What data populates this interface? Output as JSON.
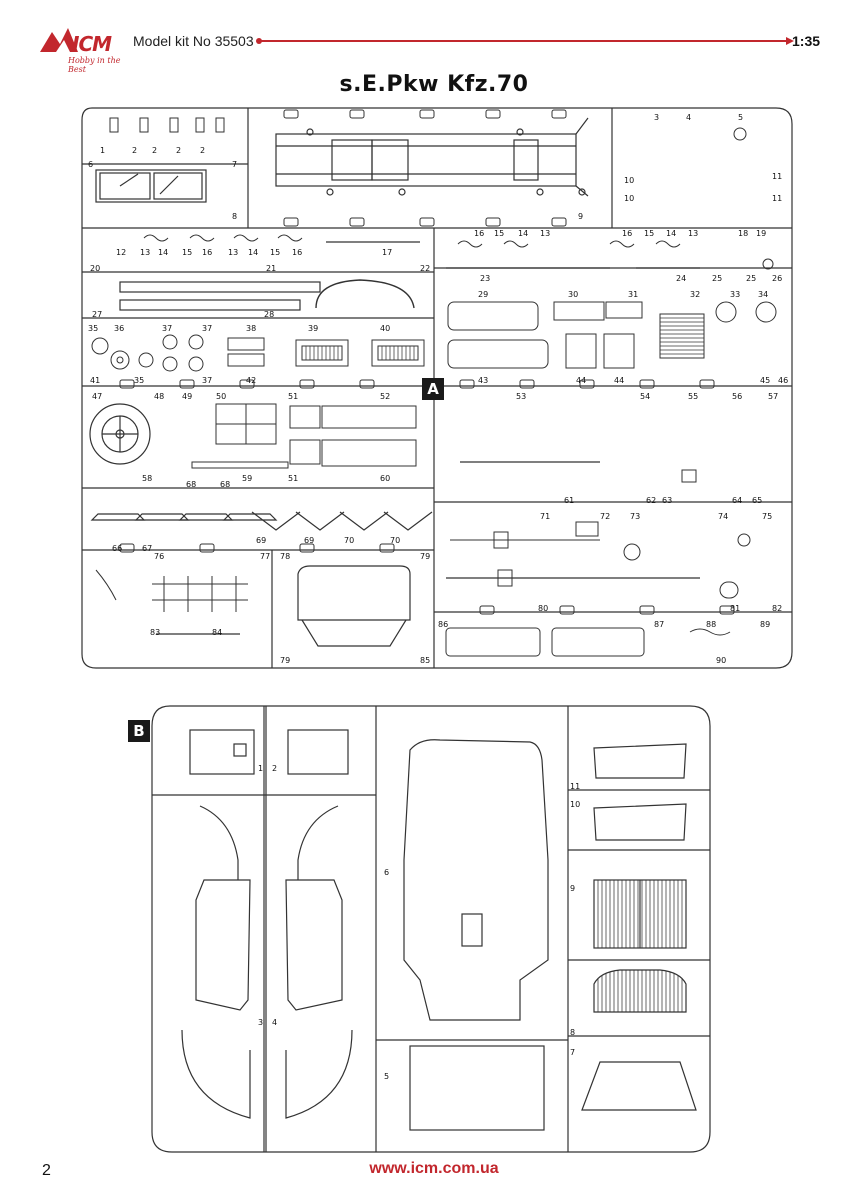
{
  "header": {
    "brand": "ICM",
    "tagline": "Hobby in the Best",
    "kit_label": "Model kit No 35503",
    "scale": "1:35"
  },
  "title": "s.E.Pkw Kfz.70",
  "sprues": [
    {
      "label": "A"
    },
    {
      "label": "B"
    }
  ],
  "part_numbers_a": [
    "1",
    "2",
    "2",
    "2",
    "2",
    "3",
    "4",
    "5",
    "6",
    "7",
    "8",
    "9",
    "10",
    "10",
    "11",
    "11",
    "12",
    "13",
    "14",
    "15",
    "16",
    "13",
    "14",
    "15",
    "16",
    "16",
    "15",
    "14",
    "13",
    "16",
    "15",
    "14",
    "13",
    "17",
    "18",
    "19",
    "20",
    "21",
    "22",
    "23",
    "24",
    "25",
    "25",
    "26",
    "27",
    "28",
    "29",
    "30",
    "31",
    "32",
    "33",
    "34",
    "35",
    "36",
    "37",
    "37",
    "38",
    "39",
    "40",
    "41",
    "35",
    "37",
    "42",
    "43",
    "44",
    "44",
    "45",
    "46",
    "47",
    "48",
    "49",
    "50",
    "51",
    "52",
    "53",
    "54",
    "55",
    "56",
    "57",
    "58",
    "59",
    "51",
    "60",
    "61",
    "62",
    "63",
    "64",
    "65",
    "66",
    "67",
    "68",
    "68",
    "69",
    "69",
    "70",
    "70",
    "71",
    "72",
    "73",
    "74",
    "75",
    "76",
    "77",
    "78",
    "79",
    "79",
    "80",
    "81",
    "82",
    "83",
    "84",
    "85",
    "86",
    "87",
    "88",
    "89",
    "90"
  ],
  "part_numbers_b": [
    "1",
    "2",
    "3",
    "4",
    "5",
    "6",
    "7",
    "8",
    "9",
    "10",
    "11"
  ],
  "footer": {
    "page": "2",
    "website": "www.icm.com.ua"
  },
  "colors": {
    "accent": "#c2272d",
    "ink": "#1a1a1a"
  }
}
